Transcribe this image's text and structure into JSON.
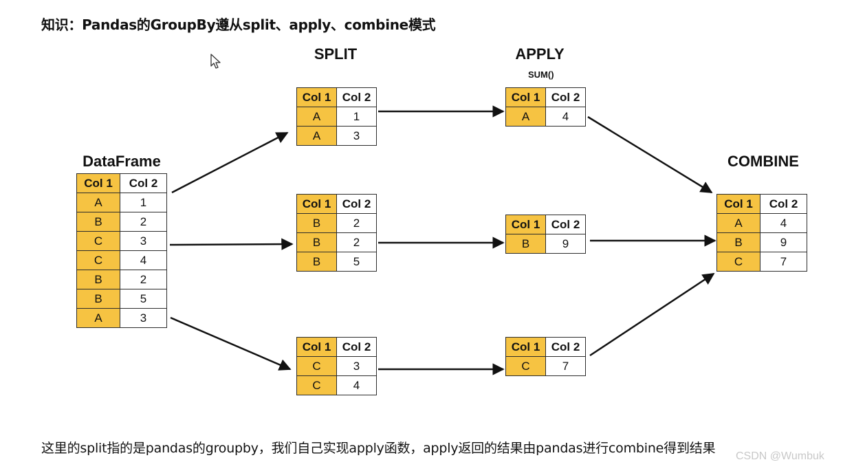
{
  "heading": "知识：Pandas的GroupBy遵从split、apply、combine模式",
  "footer": "这里的split指的是pandas的groupby，我们自己实现apply函数，apply返回的结果由pandas进行combine得到结果",
  "watermark": "CSDN @Wumbuk",
  "labels": {
    "dataframe": "DataFrame",
    "split": "SPLIT",
    "apply": "APPLY",
    "apply_fn": "SUM()",
    "combine": "COMBINE"
  },
  "columns": [
    "Col 1",
    "Col 2"
  ],
  "dataframe": [
    [
      "A",
      "1"
    ],
    [
      "B",
      "2"
    ],
    [
      "C",
      "3"
    ],
    [
      "C",
      "4"
    ],
    [
      "B",
      "2"
    ],
    [
      "B",
      "5"
    ],
    [
      "A",
      "3"
    ]
  ],
  "split_groups": [
    [
      [
        "A",
        "1"
      ],
      [
        "A",
        "3"
      ]
    ],
    [
      [
        "B",
        "2"
      ],
      [
        "B",
        "2"
      ],
      [
        "B",
        "5"
      ]
    ],
    [
      [
        "C",
        "3"
      ],
      [
        "C",
        "4"
      ]
    ]
  ],
  "apply_results": [
    [
      [
        "A",
        "4"
      ]
    ],
    [
      [
        "B",
        "9"
      ]
    ],
    [
      [
        "C",
        "7"
      ]
    ]
  ],
  "combined": [
    [
      "A",
      "4"
    ],
    [
      "B",
      "9"
    ],
    [
      "C",
      "7"
    ]
  ],
  "colors": {
    "key_fill": "#f6c342",
    "border": "#2b2b2b"
  }
}
